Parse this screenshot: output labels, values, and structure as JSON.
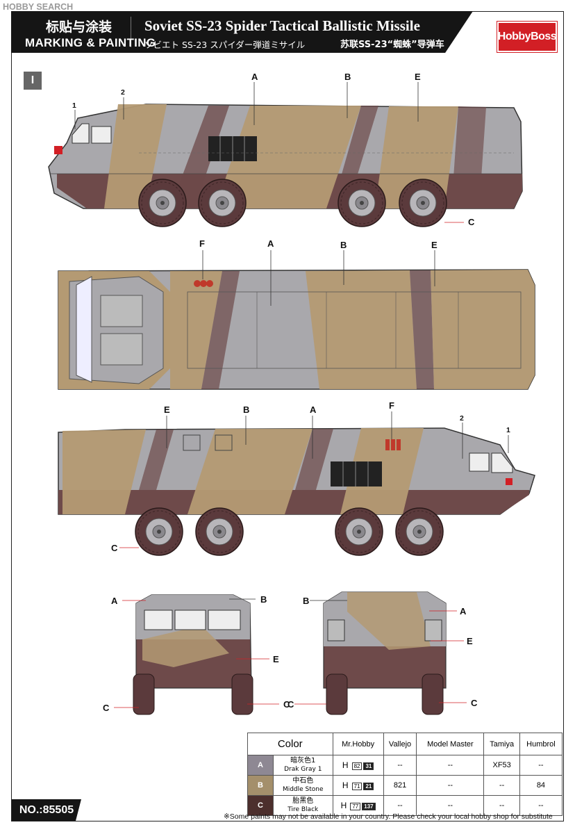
{
  "watermark": "HOBBY SEARCH",
  "header": {
    "zh_title": "标贴与涂装",
    "en_subtitle": "MARKING & PAINTING",
    "main_title": "Soviet SS-23 Spider Tactical Ballistic Missile",
    "jp_title": "ソビエト SS-23 スパイダー弾道ミサイル",
    "cn_title": "苏联SS-23“蜘蛛”导弹车",
    "logo": "HobbyBoss"
  },
  "step": "I",
  "callouts": {
    "side1": {
      "A": "A",
      "B": "B",
      "E": "E",
      "C": "C",
      "n1": "1",
      "n2": "2"
    },
    "top": {
      "F": "F",
      "A": "A",
      "B": "B",
      "E": "E"
    },
    "side2": {
      "E": "E",
      "B": "B",
      "A": "A",
      "F": "F",
      "n2": "2",
      "n1": "1",
      "C": "C"
    },
    "front": {
      "A": "A",
      "B": "B",
      "E": "E",
      "C1": "C",
      "C2": "C"
    },
    "rear": {
      "B": "B",
      "A": "A",
      "E": "E",
      "C1": "C",
      "C2": "C"
    }
  },
  "paint_table": {
    "headers": [
      "Color",
      "Mr.Hobby",
      "Vallejo",
      "Model Master",
      "Tamiya",
      "Humbrol"
    ],
    "rows": [
      {
        "letter": "A",
        "zh": "暗灰色1",
        "en": "Drak Gray 1",
        "mrhobby_h": "H",
        "mrhobby_code": "82",
        "mrhobby_dark": "31",
        "vallejo": "--",
        "model_master": "--",
        "tamiya": "XF53",
        "humbrol": "--",
        "swatch": "#8e8893"
      },
      {
        "letter": "B",
        "zh": "中石色",
        "en": "Middle Stone",
        "mrhobby_h": "H",
        "mrhobby_code": "71",
        "mrhobby_dark": "21",
        "vallejo": "821",
        "model_master": "--",
        "tamiya": "--",
        "humbrol": "84",
        "swatch": "#a48f6b"
      },
      {
        "letter": "C",
        "zh": "胎黑色",
        "en": "Tire Black",
        "mrhobby_h": "H",
        "mrhobby_code": "77",
        "mrhobby_dark": "137",
        "vallejo": "--",
        "model_master": "--",
        "tamiya": "--",
        "humbrol": "--",
        "swatch": "#4c2f2d"
      }
    ]
  },
  "product_number": "NO.:85505",
  "note": "※Some paints may not be available in your country. Please check your local hobby shop for substitute",
  "colors": {
    "gray": "#a9a8ac",
    "stone": "#b49a73",
    "brown": "#6e4a4a",
    "tire": "#5b3a3c",
    "black": "#151515",
    "red": "#d21f25"
  }
}
